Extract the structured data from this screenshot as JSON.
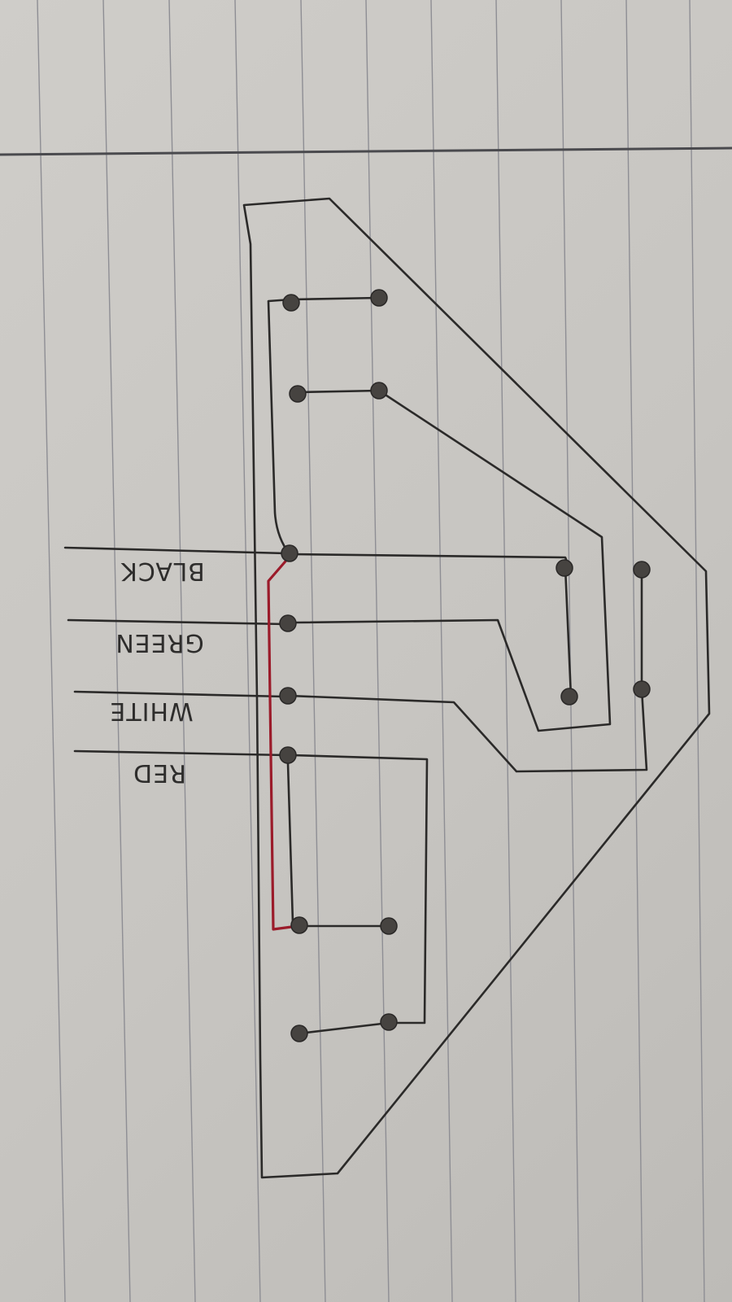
{
  "diagram": {
    "wire_labels": {
      "black": "BLACK",
      "green": "GREEN",
      "white": "WHITE",
      "red": "RED"
    },
    "colors": {
      "ink": "#2b2a29",
      "jumper": "#9b1b2a",
      "paper": "#c9c7c3",
      "ruled_line": "#8e8e94"
    }
  }
}
